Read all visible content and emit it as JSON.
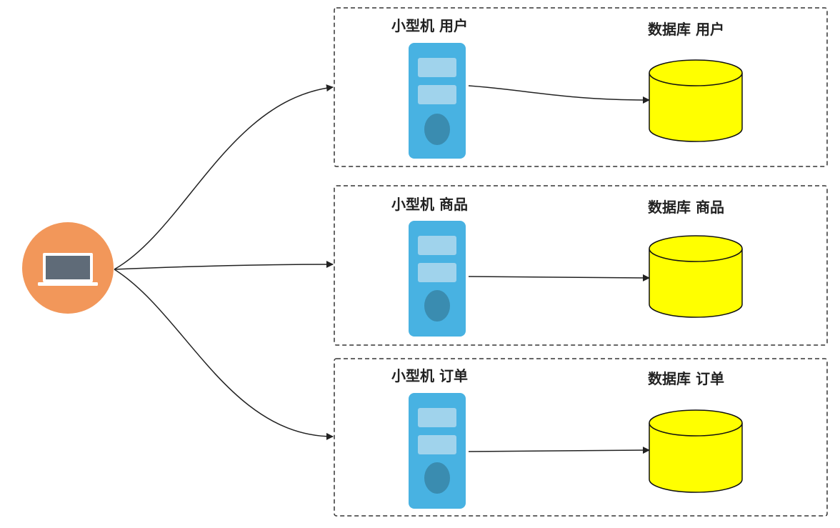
{
  "labels": {
    "server_user": "小型机 用户",
    "db_user": "数据库 用户",
    "server_product": "小型机 商品",
    "db_product": "数据库 商品",
    "server_order": "小型机 订单",
    "db_order": "数据库 订单"
  },
  "icons": {
    "client": "laptop-icon",
    "server": "server-icon",
    "database": "database-icon"
  },
  "colors": {
    "client_circle": "#F2975A",
    "laptop_screen": "#5F6B78",
    "server_body": "#48B2E2",
    "server_slot": "#A0D3EC",
    "server_knob": "#3A8CB0",
    "database_fill": "#FFFF00",
    "database_stroke": "#111111",
    "group_border": "#333333",
    "connector": "#222222"
  }
}
